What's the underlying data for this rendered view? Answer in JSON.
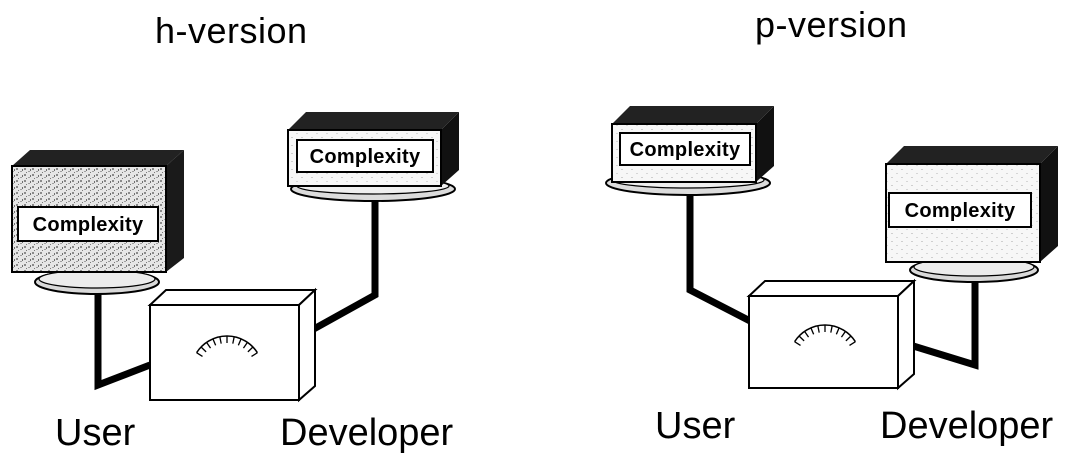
{
  "h_version": {
    "title": "h-version",
    "user_label": "User",
    "developer_label": "Developer",
    "user_monitor_label": "Complexity",
    "developer_monitor_label": "Complexity"
  },
  "p_version": {
    "title": "p-version",
    "user_label": "User",
    "developer_label": "Developer",
    "user_monitor_label": "Complexity",
    "developer_monitor_label": "Complexity"
  }
}
